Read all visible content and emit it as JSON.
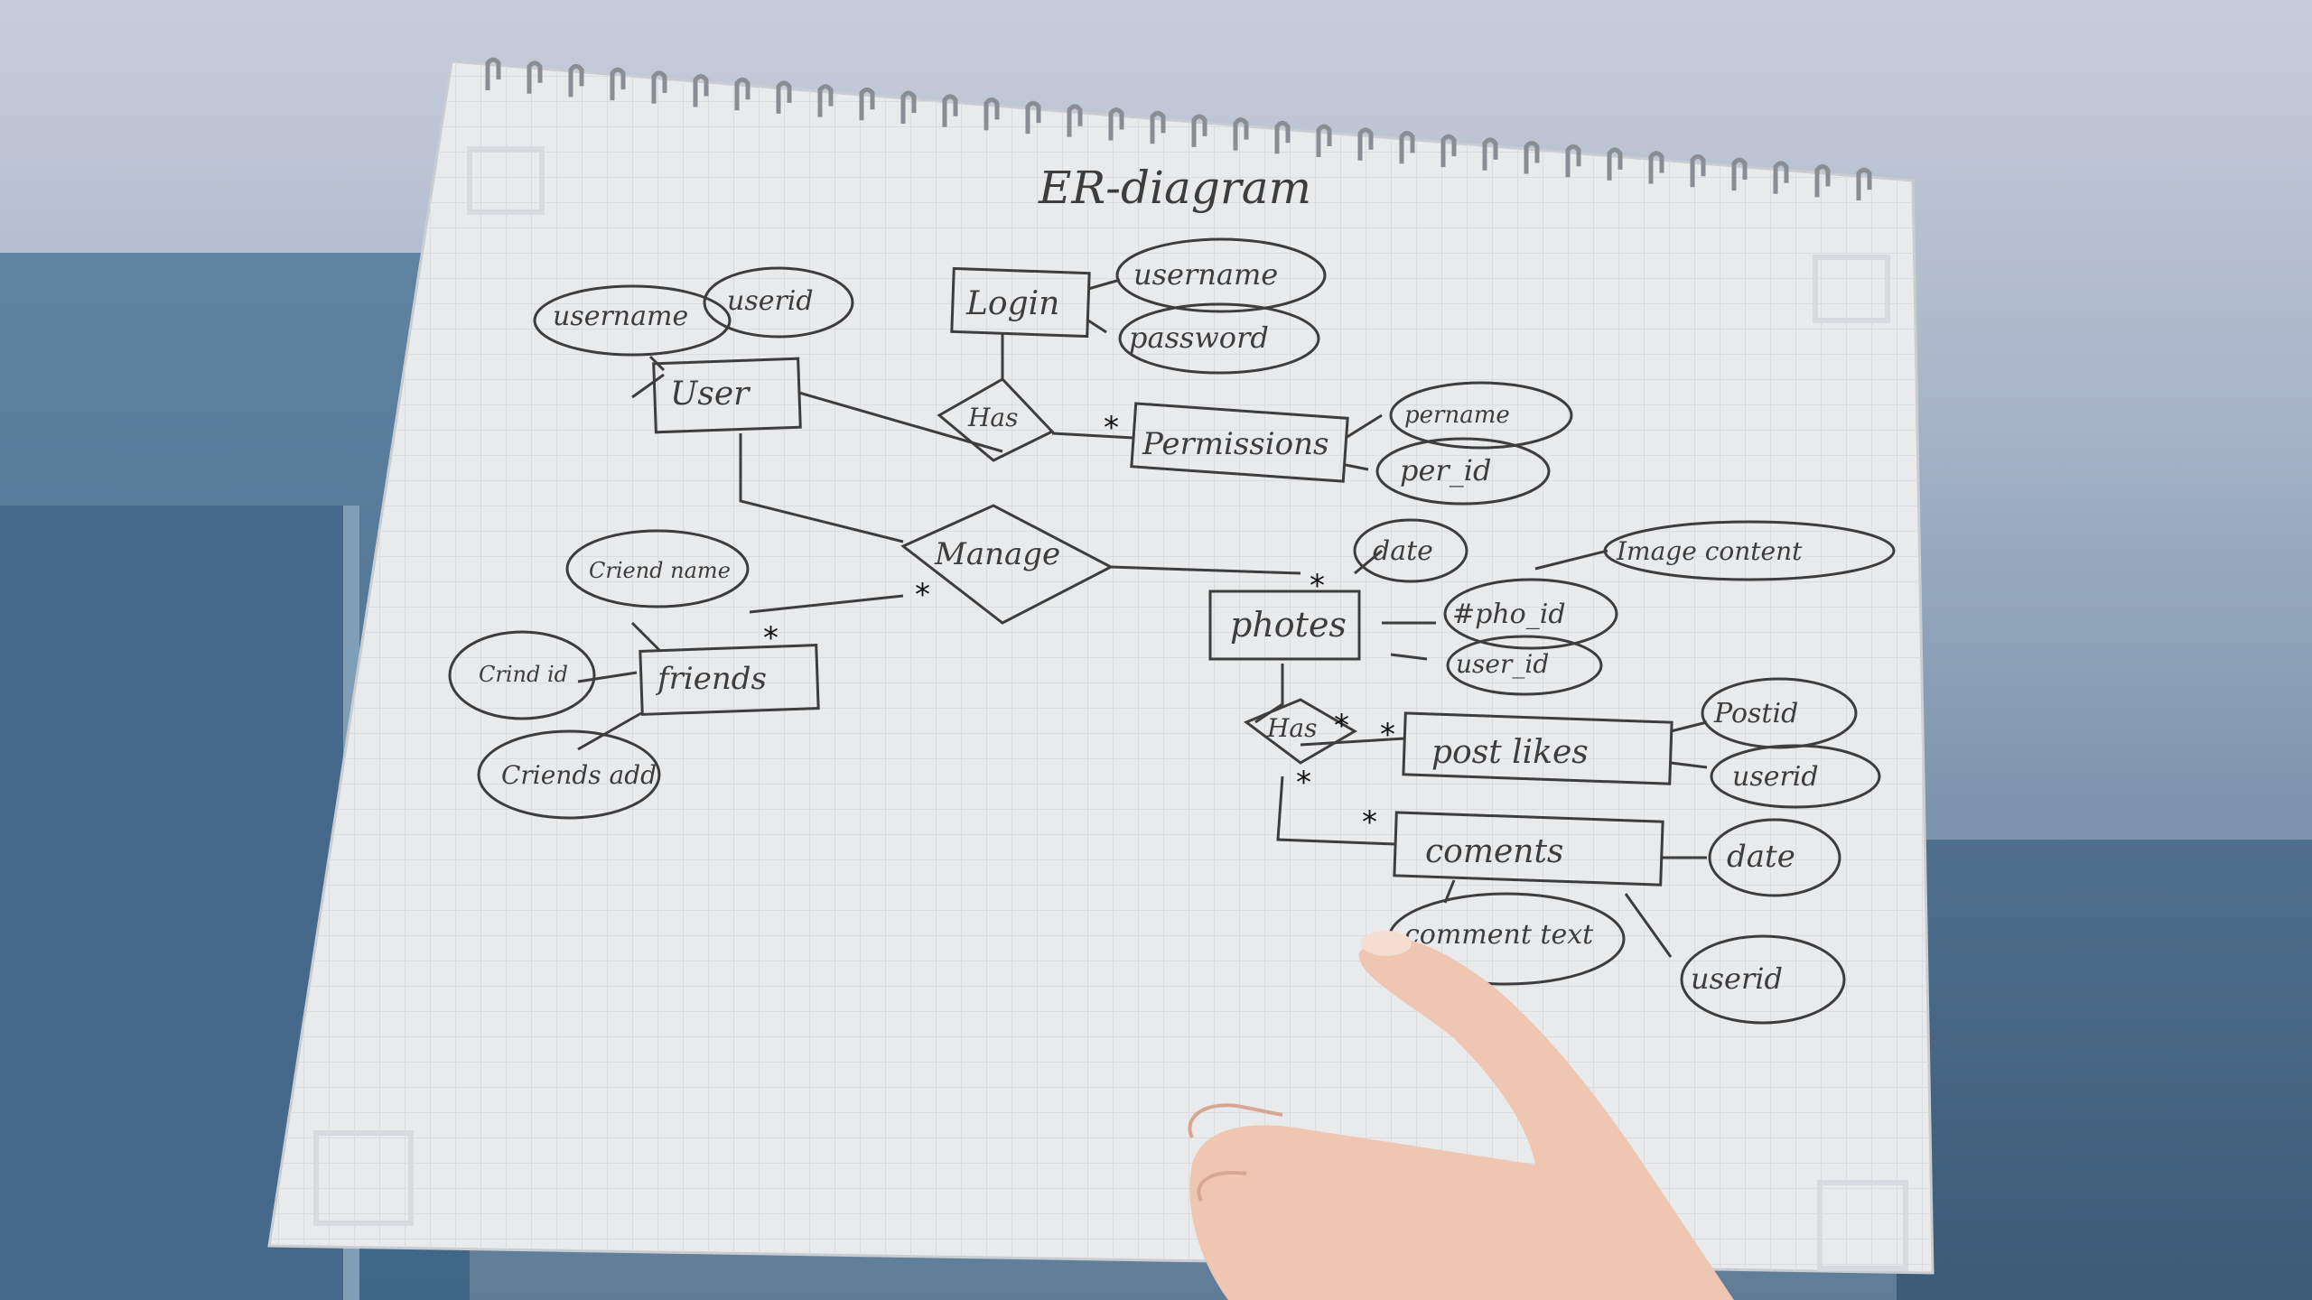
{
  "title": "ER-diagram",
  "entities": [
    {
      "id": "user",
      "label": "User"
    },
    {
      "id": "login",
      "label": "Login"
    },
    {
      "id": "permissions",
      "label": "Permissions"
    },
    {
      "id": "friends",
      "label": "friends"
    },
    {
      "id": "photos",
      "label": "photes"
    },
    {
      "id": "post_likes",
      "label": "post likes"
    },
    {
      "id": "comments",
      "label": "coments"
    }
  ],
  "relationships": [
    {
      "id": "has_login",
      "label": "Has"
    },
    {
      "id": "manage",
      "label": "Manage"
    },
    {
      "id": "has_photos",
      "label": "Has"
    }
  ],
  "attributes": [
    {
      "id": "user_username",
      "label": "username"
    },
    {
      "id": "user_userid",
      "label": "userid"
    },
    {
      "id": "login_username",
      "label": "username"
    },
    {
      "id": "login_password",
      "label": "password"
    },
    {
      "id": "perm_name",
      "label": "pername"
    },
    {
      "id": "perm_id",
      "label": "per_id"
    },
    {
      "id": "friend_name",
      "label": "Criend name"
    },
    {
      "id": "friend_id",
      "label": "Crind id"
    },
    {
      "id": "friends_add",
      "label": "Criends add"
    },
    {
      "id": "photo_date",
      "label": "date"
    },
    {
      "id": "image_content",
      "label": "Image content"
    },
    {
      "id": "photo_id",
      "label": "#pho_id"
    },
    {
      "id": "photo_userid",
      "label": "user_id"
    },
    {
      "id": "postid",
      "label": "Postid"
    },
    {
      "id": "likes_userid",
      "label": "userid"
    },
    {
      "id": "comment_date",
      "label": "date"
    },
    {
      "id": "comment_text",
      "label": "comment text"
    },
    {
      "id": "comment_userid",
      "label": "userid"
    }
  ],
  "cardinality_mark": "*",
  "colors": {
    "paper": "#e9eaec",
    "grid": "#d5d8dc",
    "ink": "#3d3d3d",
    "skin": "#efc6b2"
  }
}
